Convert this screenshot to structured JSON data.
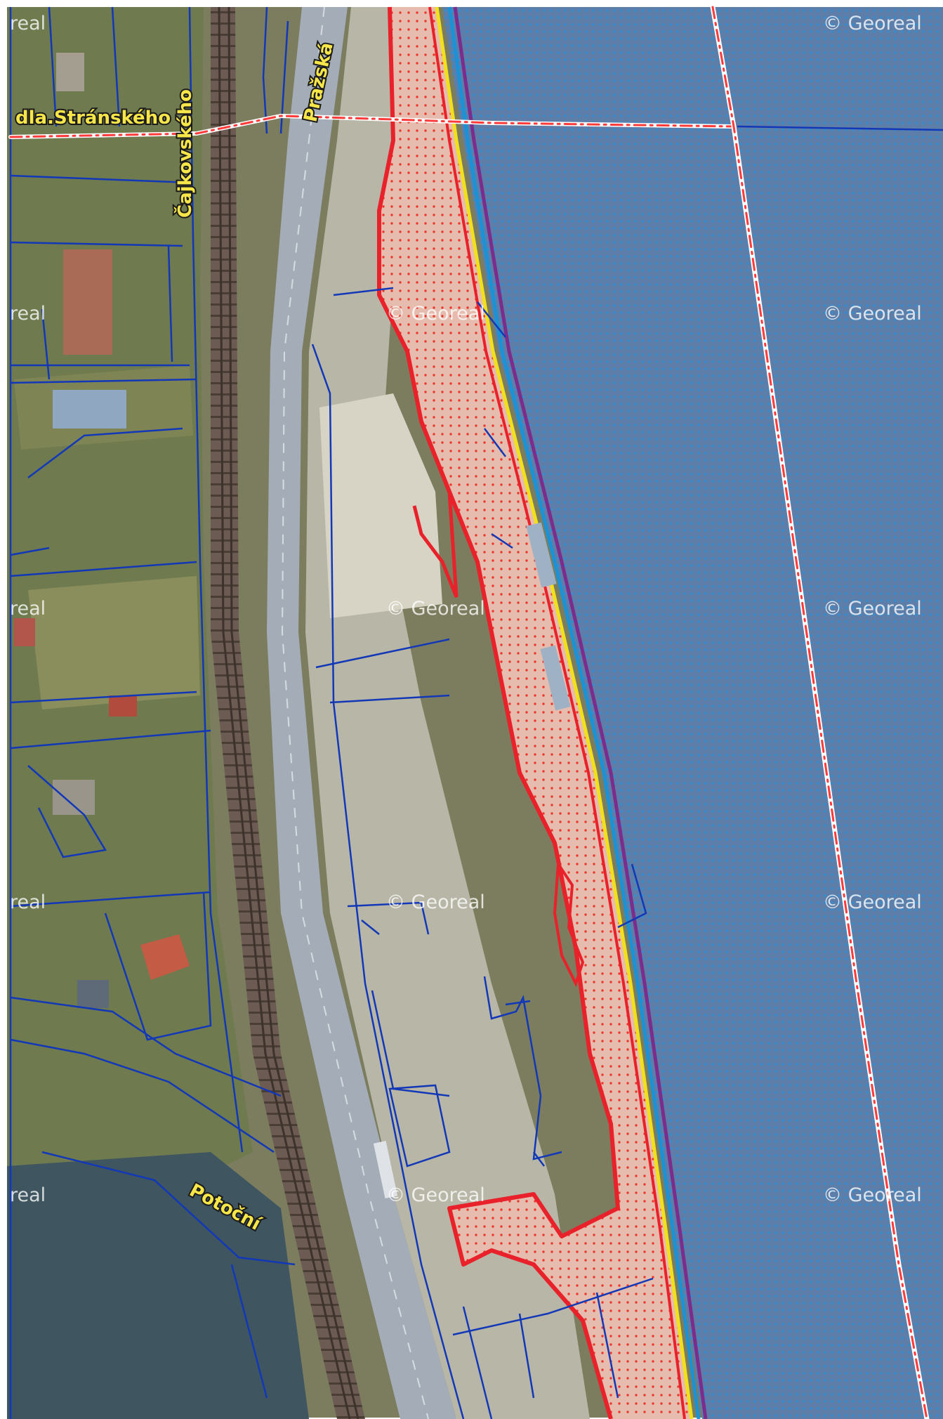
{
  "map": {
    "imagery": "aerial-photo",
    "colors": {
      "water": "#5d7ea8",
      "water_dots": "#2f8fd6",
      "floodplain": "#e6bcae",
      "flood_dots": "#e83b2f",
      "flood_outline": "#e8212a",
      "parcel_lines": "#1238b8",
      "boundary_dash": "#ff3a3a",
      "yellow_line": "#f2e11a",
      "blue_line": "#1c92d6",
      "purple_line": "#7d2c8c",
      "rail": "#5e5048",
      "road": "#9aa4b0",
      "vegetation": "#6b7a4c",
      "paper": "#ffffff"
    },
    "street_labels": {
      "stranskeho": "dla.Stránského",
      "cajkovskeho": "Čajkovského",
      "prazska": "Pražská",
      "potocni": "Potoční"
    },
    "watermark": "© Georeal",
    "watermark_partial": "real"
  }
}
